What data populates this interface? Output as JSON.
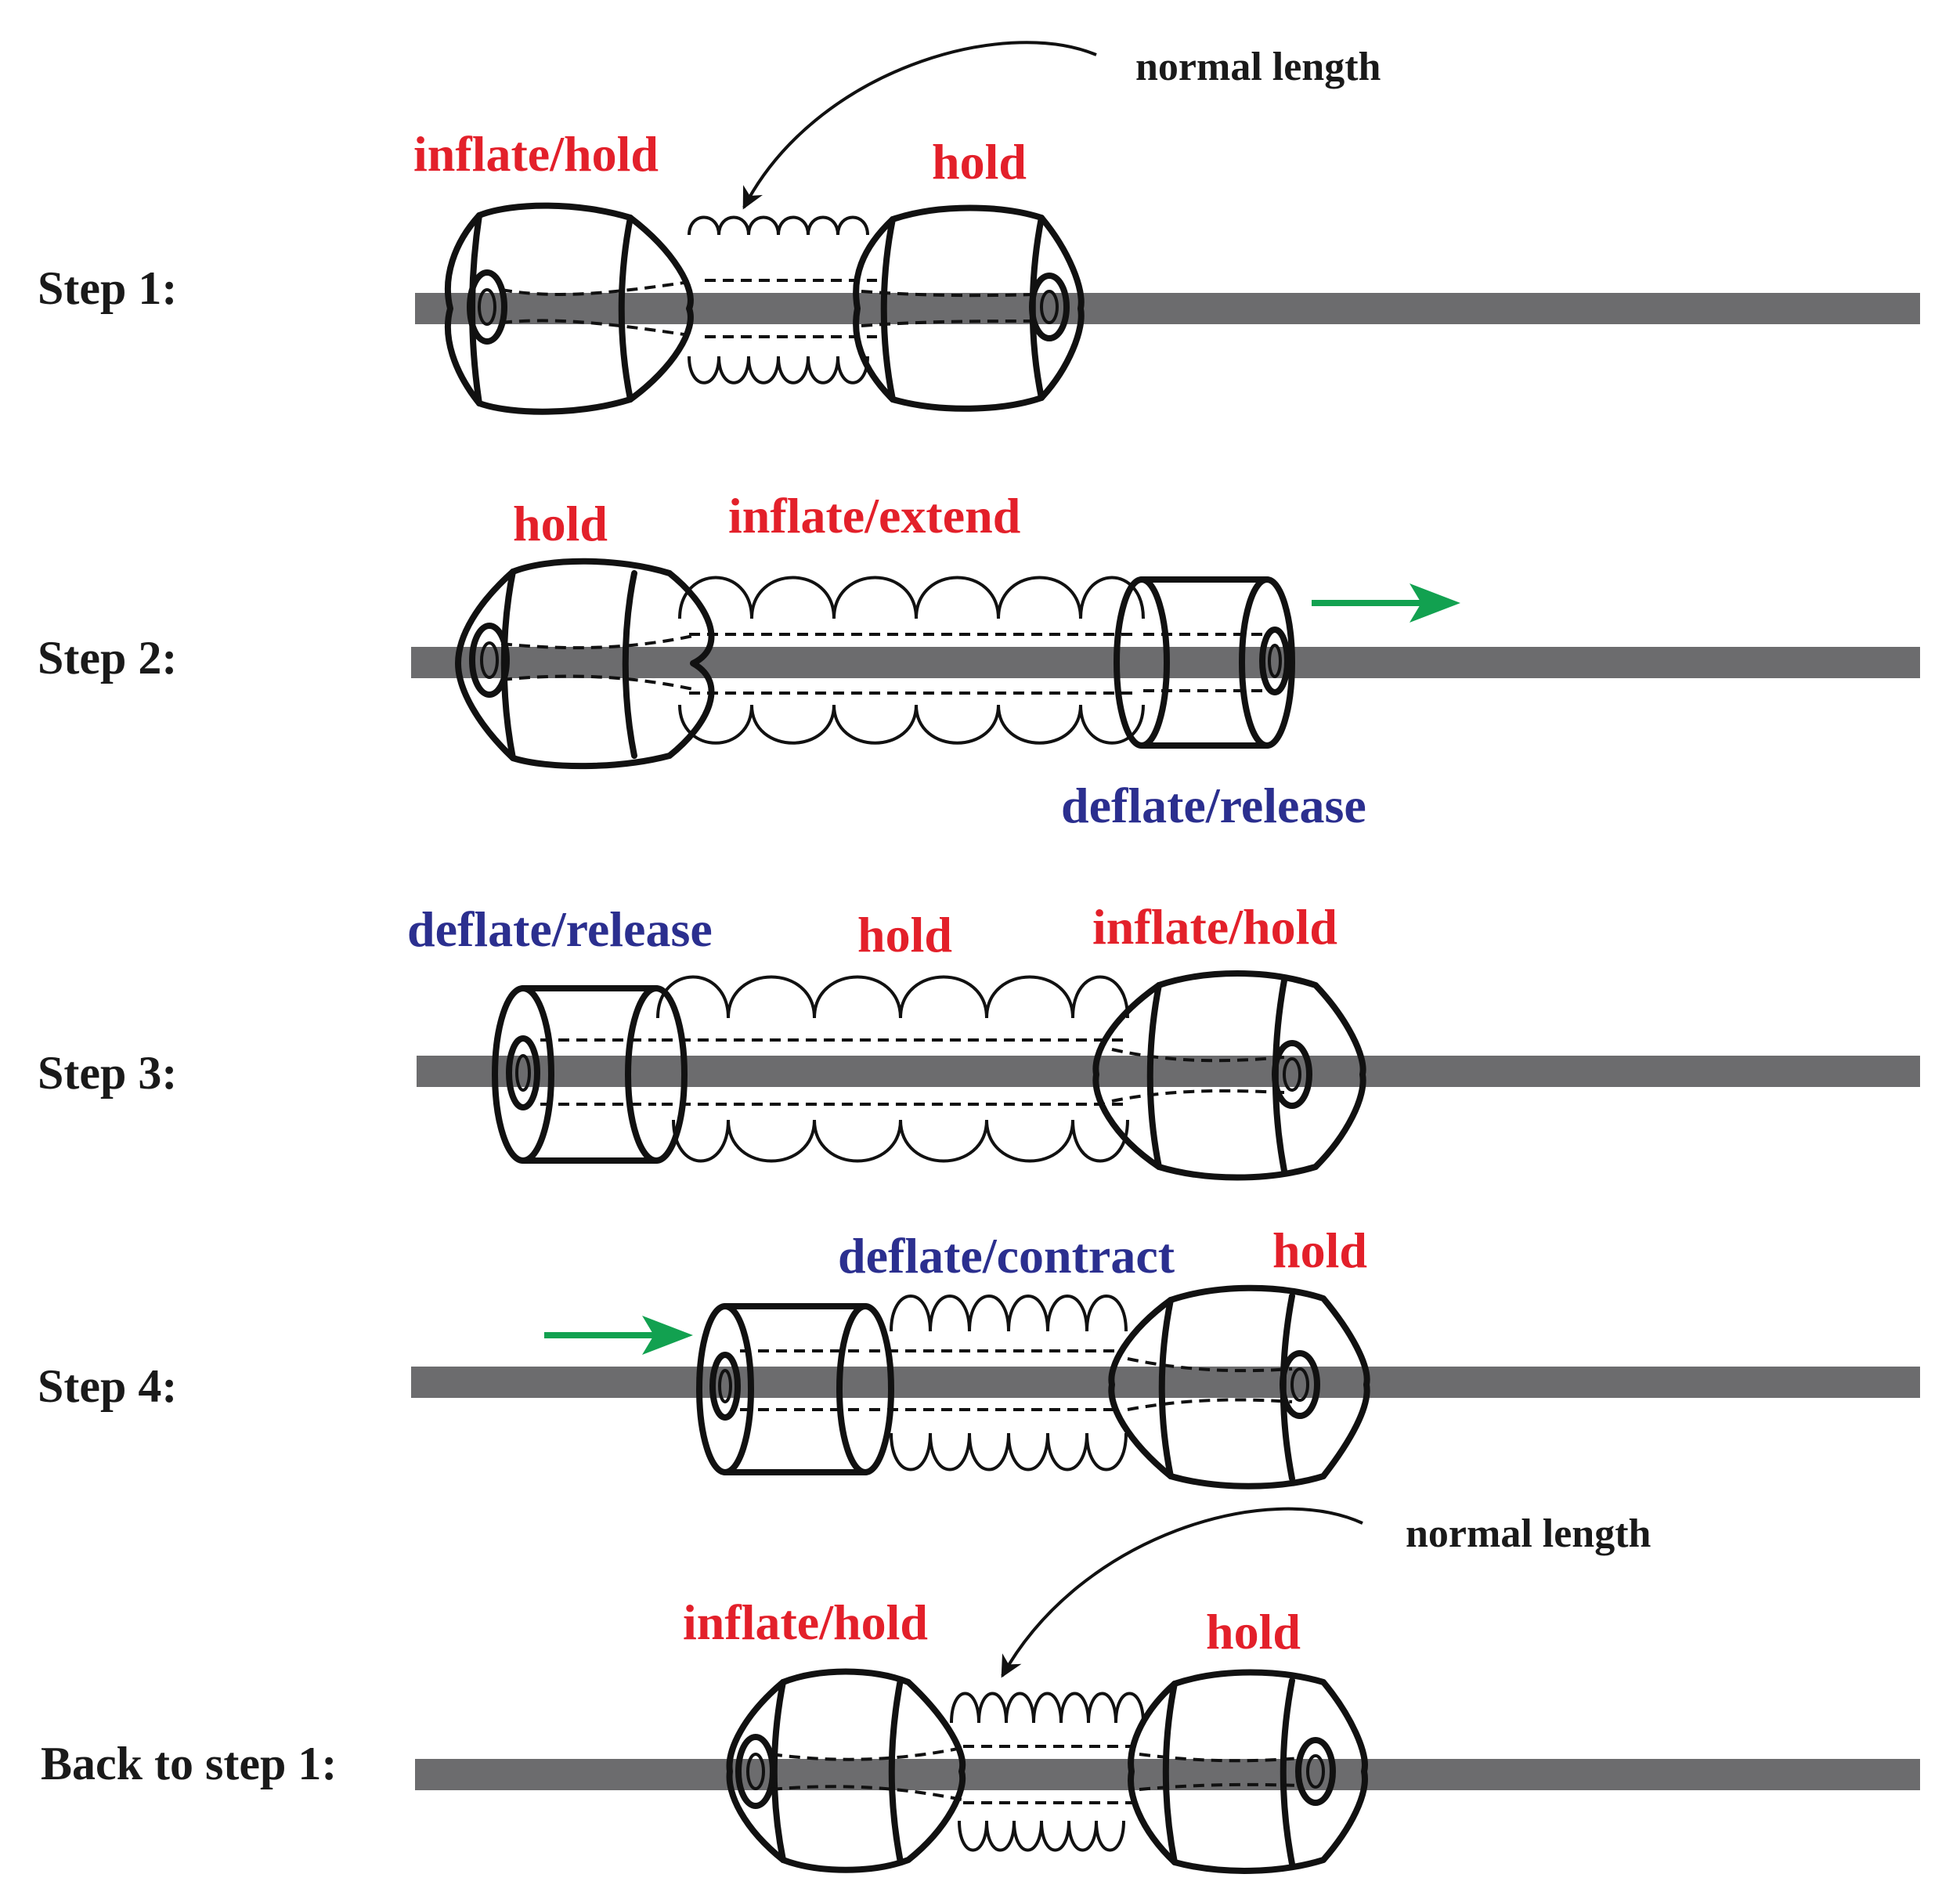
{
  "steps": [
    {
      "label": "Step 1:",
      "annotations": [
        {
          "text": "inflate/hold",
          "color": "red"
        },
        {
          "text": "hold",
          "color": "red"
        },
        {
          "text": "normal length",
          "color": "black"
        }
      ]
    },
    {
      "label": "Step 2:",
      "annotations": [
        {
          "text": "hold",
          "color": "red"
        },
        {
          "text": "inflate/extend",
          "color": "red"
        },
        {
          "text": "deflate/release",
          "color": "blue"
        }
      ]
    },
    {
      "label": "Step 3:",
      "annotations": [
        {
          "text": "deflate/release",
          "color": "blue"
        },
        {
          "text": "hold",
          "color": "red"
        },
        {
          "text": "inflate/hold",
          "color": "red"
        }
      ]
    },
    {
      "label": "Step 4:",
      "annotations": [
        {
          "text": "deflate/contract",
          "color": "blue"
        },
        {
          "text": "hold",
          "color": "red"
        }
      ]
    },
    {
      "label": "Back to step 1:",
      "annotations": [
        {
          "text": "normal length",
          "color": "black"
        },
        {
          "text": "inflate/hold",
          "color": "red"
        },
        {
          "text": "hold",
          "color": "red"
        }
      ]
    }
  ],
  "colors": {
    "red": "#e3202a",
    "blue": "#2b2f8f",
    "rod": "#6c6c6e",
    "arrow_green": "#12a150"
  },
  "icons": [
    "motion-arrow-icon",
    "pointer-arrow-icon"
  ]
}
